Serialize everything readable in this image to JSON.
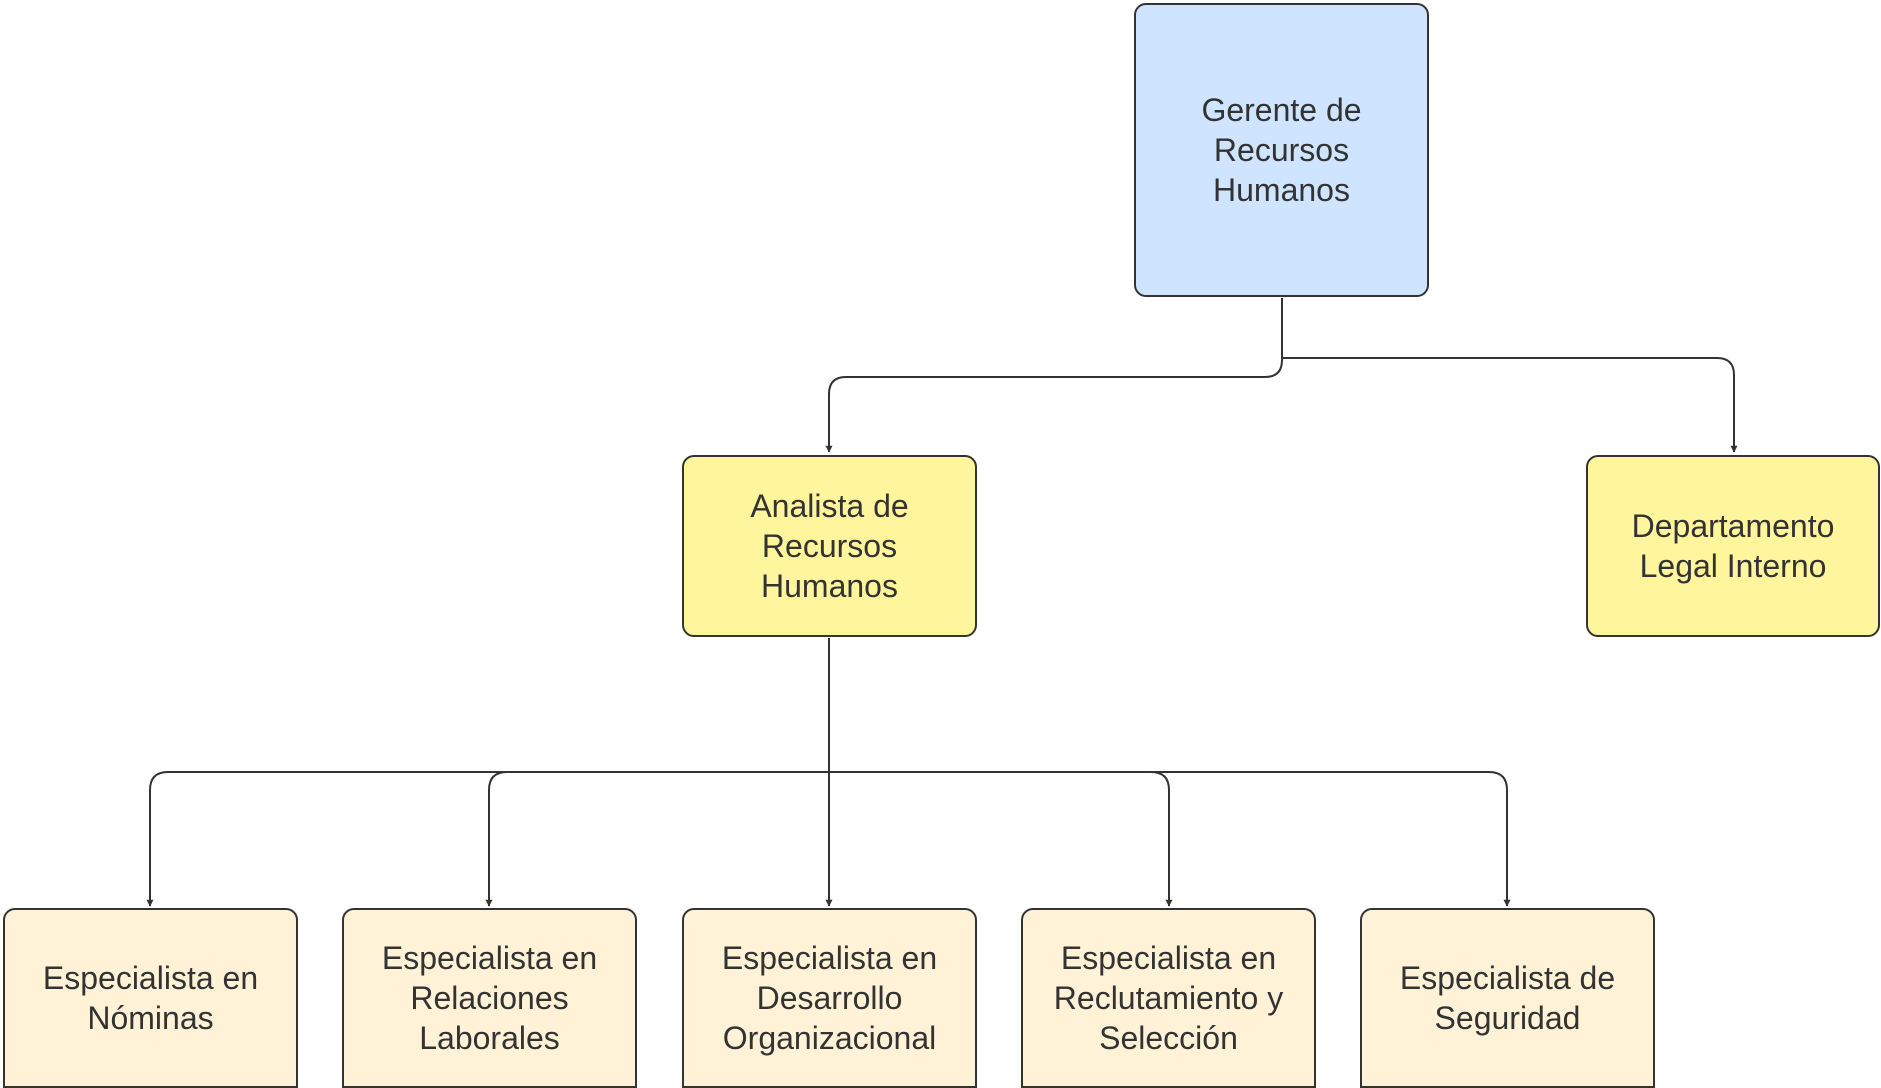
{
  "colors": {
    "root_fill": "#cfe4ff",
    "level2_fill": "#fff59c",
    "level3_fill": "#fff2d6",
    "stroke": "#333333"
  },
  "nodes": {
    "gerente": "Gerente de\nRecursos\nHumanos",
    "analista": "Analista de\nRecursos\nHumanos",
    "legal": "Departamento\nLegal Interno",
    "nominas": "Especialista en\nNóminas",
    "relaciones": "Especialista en\nRelaciones\nLaborales",
    "desarrollo": "Especialista en\nDesarrollo\nOrganizacional",
    "reclutamiento": "Especialista en\nReclutamiento y\nSelección",
    "seguridad": "Especialista de\nSeguridad"
  },
  "edges": [
    {
      "from": "gerente",
      "to": "analista"
    },
    {
      "from": "gerente",
      "to": "legal"
    },
    {
      "from": "analista",
      "to": "nominas"
    },
    {
      "from": "analista",
      "to": "relaciones"
    },
    {
      "from": "analista",
      "to": "desarrollo"
    },
    {
      "from": "analista",
      "to": "reclutamiento"
    },
    {
      "from": "analista",
      "to": "seguridad"
    }
  ]
}
